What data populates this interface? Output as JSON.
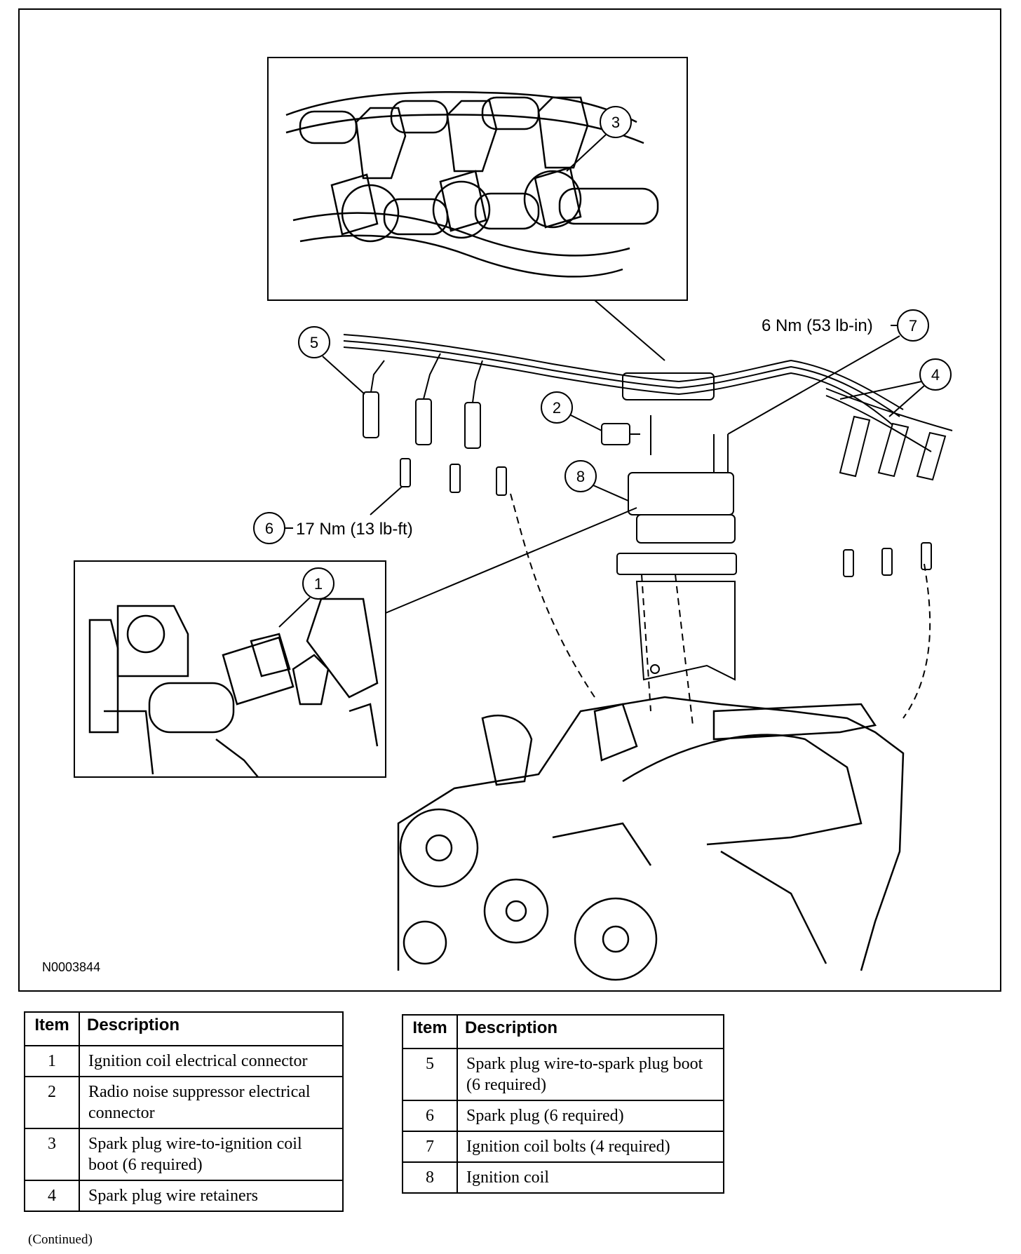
{
  "figure": {
    "id": "N0003844",
    "callouts": [
      {
        "num": "1"
      },
      {
        "num": "2"
      },
      {
        "num": "3"
      },
      {
        "num": "4"
      },
      {
        "num": "5"
      },
      {
        "num": "6",
        "spec": "17 Nm (13 lb-ft)"
      },
      {
        "num": "7",
        "spec": "6 Nm (53 lb-in)"
      },
      {
        "num": "8"
      }
    ]
  },
  "legend": {
    "headers": {
      "item": "Item",
      "description": "Description"
    },
    "left": [
      {
        "item": "1",
        "description": "Ignition coil electrical connector"
      },
      {
        "item": "2",
        "description": "Radio noise suppressor electrical connector"
      },
      {
        "item": "3",
        "description": "Spark plug wire-to-ignition coil boot (6 required)"
      },
      {
        "item": "4",
        "description": "Spark plug wire retainers"
      }
    ],
    "right": [
      {
        "item": "5",
        "description": "Spark plug wire-to-spark plug boot (6 required)"
      },
      {
        "item": "6",
        "description": "Spark plug (6 required)"
      },
      {
        "item": "7",
        "description": "Ignition coil bolts (4 required)"
      },
      {
        "item": "8",
        "description": "Ignition coil"
      }
    ]
  },
  "footer": {
    "continued": "(Continued)"
  }
}
